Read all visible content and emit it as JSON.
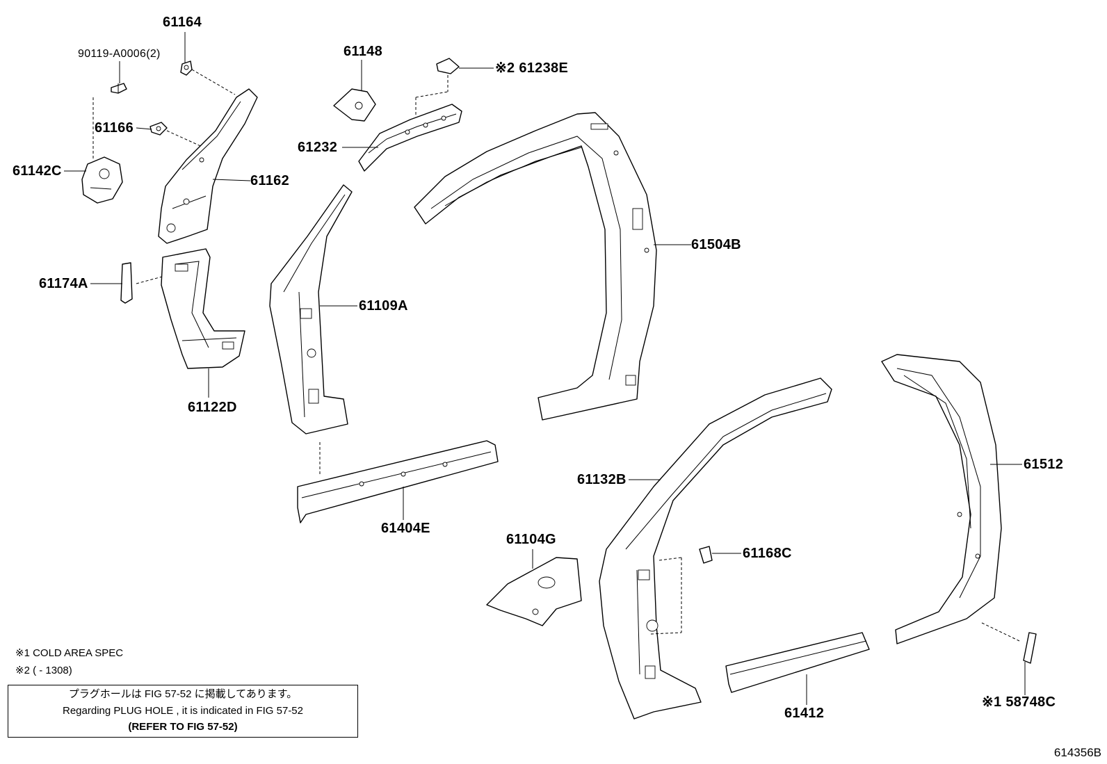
{
  "labels": {
    "p61164": "61164",
    "p90119": "90119-A0006(2)",
    "p61148": "61148",
    "p61238E": "※2 61238E",
    "p61166": "61166",
    "p61142C": "61142C",
    "p61232": "61232",
    "p61162": "61162",
    "p61504B": "61504B",
    "p61174A": "61174A",
    "p61109A": "61109A",
    "p61122D": "61122D",
    "p61512": "61512",
    "p61132B": "61132B",
    "p61404E": "61404E",
    "p61104G": "61104G",
    "p61168C": "61168C",
    "p61412": "61412",
    "p58748C": "※1 58748C"
  },
  "notes": {
    "cold_area": "※1 COLD AREA SPEC",
    "date_range": "※2 (     - 1308)"
  },
  "note_box": {
    "line_jp": "プラグホールは FIG 57-52 に掲載してあります。",
    "line_en": "Regarding PLUG HOLE , it is indicated in FIG 57-52",
    "line_ref": "(REFER TO FIG 57-52)"
  },
  "figure_number": "614356B"
}
